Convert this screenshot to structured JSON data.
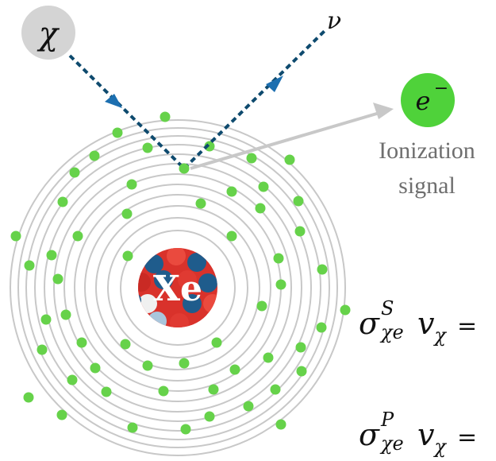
{
  "particles": {
    "dark_matter": {
      "label": "χ",
      "color": "#d4d4d4"
    },
    "neutrino": {
      "label": "ν"
    },
    "electron": {
      "label": "e",
      "sup": "−",
      "color": "#4fd23a"
    }
  },
  "nucleus": {
    "label": "Xe",
    "colors": [
      "#d9322b",
      "#1f5c8c",
      "#f2f2f2"
    ]
  },
  "ionization": {
    "line1": "Ionization",
    "line2": "signal"
  },
  "formulas": {
    "scalar": {
      "sigma": "σ",
      "sup": "S",
      "sub": "χe",
      "v": "v",
      "vsub": "χ",
      "trail": "="
    },
    "pseudo": {
      "sigma": "σ",
      "sup": "P",
      "sub": "χe",
      "v": "v",
      "vsub": "χ",
      "trail": "="
    }
  },
  "colors": {
    "orbit": "#c8c8c8",
    "electron_dot": "#66d24a",
    "track": "#0e4a6e",
    "arrow_gray": "#c8c8c8"
  }
}
